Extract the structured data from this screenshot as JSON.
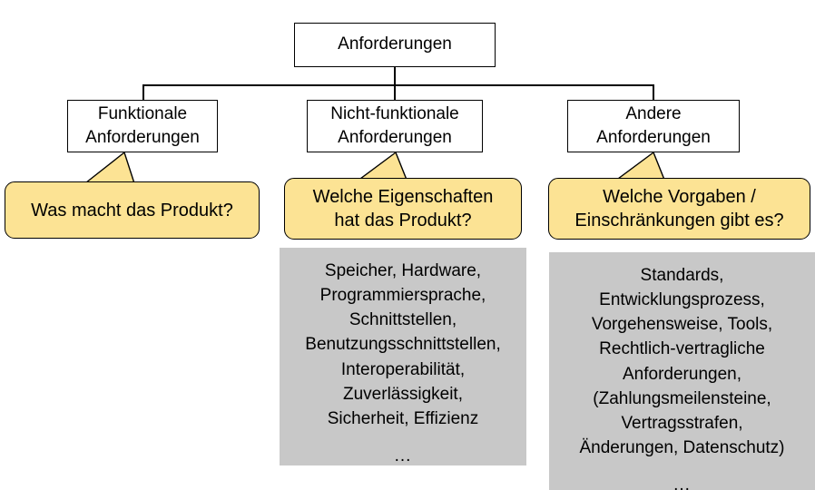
{
  "diagram": {
    "title_node": {
      "label": "Anforderungen"
    },
    "categories": [
      {
        "id": "funktionale",
        "label": "Funktionale\nAnforderungen",
        "label_line1": "Funktionale",
        "label_line2": "Anforderungen",
        "callout": "Was macht das Produkt?",
        "callout_line1": "Was macht das Produkt?",
        "callout_line2": "",
        "details": []
      },
      {
        "id": "nicht-funktionale",
        "label": "Nicht-funktionale\nAnforderungen",
        "label_line1": "Nicht-funktionale",
        "label_line2": "Anforderungen",
        "callout": "Welche Eigenschaften hat das Produkt?",
        "callout_line1": "Welche Eigenschaften",
        "callout_line2": "hat das Produkt?",
        "details": [
          "Speicher, Hardware,",
          "Programmiersprache,",
          "Schnittstellen,",
          "Benutzungsschnittstellen,",
          "Interoperabilität,",
          "Zuverlässigkeit,",
          "Sicherheit, Effizienz"
        ],
        "details_ellipsis": "..."
      },
      {
        "id": "andere",
        "label": "Andere\nAnforderungen",
        "label_line1": "Andere",
        "label_line2": "Anforderungen",
        "callout": "Welche Vorgaben / Einschränkungen gibt es?",
        "callout_line1": "Welche Vorgaben /",
        "callout_line2": "Einschränkungen gibt es?",
        "details": [
          "Standards,",
          "Entwicklungsprozess,",
          "Vorgehensweise, Tools,",
          "Rechtlich-vertragliche",
          "Anforderungen,",
          "(Zahlungsmeilensteine,",
          "Vertragsstrafen,",
          "Änderungen, Datenschutz)"
        ],
        "details_ellipsis": "..."
      }
    ],
    "colors": {
      "callout_fill": "#fce394",
      "callout_border": "#000000",
      "panel_fill": "#c8c8c8",
      "node_fill": "#ffffff",
      "node_border": "#000000",
      "text": "#000000"
    }
  }
}
